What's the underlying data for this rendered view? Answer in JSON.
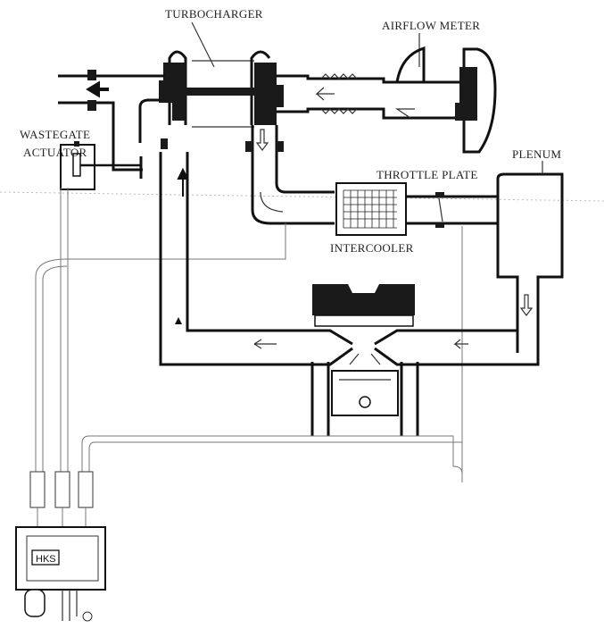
{
  "diagram": {
    "title": "Turbocharger boost control system",
    "labels": {
      "turbocharger": "TURBOCHARGER",
      "airflow_meter": "AIRFLOW METER",
      "wastegate_line1": "WASTEGATE",
      "wastegate_line2": "ACTUATOR",
      "plenum": "PLENUM",
      "throttle_plate": "THROTTLE PLATE",
      "intercooler": "INTERCOOLER",
      "controller": "HKS"
    }
  }
}
